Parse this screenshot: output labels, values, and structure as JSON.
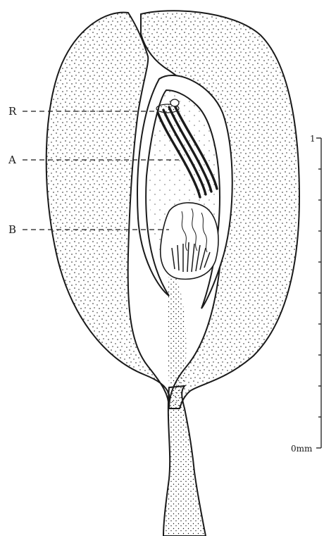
{
  "labels": [
    {
      "id": "R",
      "text": "R"
    },
    {
      "id": "A",
      "text": "A"
    },
    {
      "id": "B",
      "text": "B"
    }
  ],
  "scale_bar": {
    "top_label": "1",
    "bottom_label": "0mm"
  },
  "colors": {
    "ink": "#1a1a1a",
    "paper": "#ffffff"
  }
}
